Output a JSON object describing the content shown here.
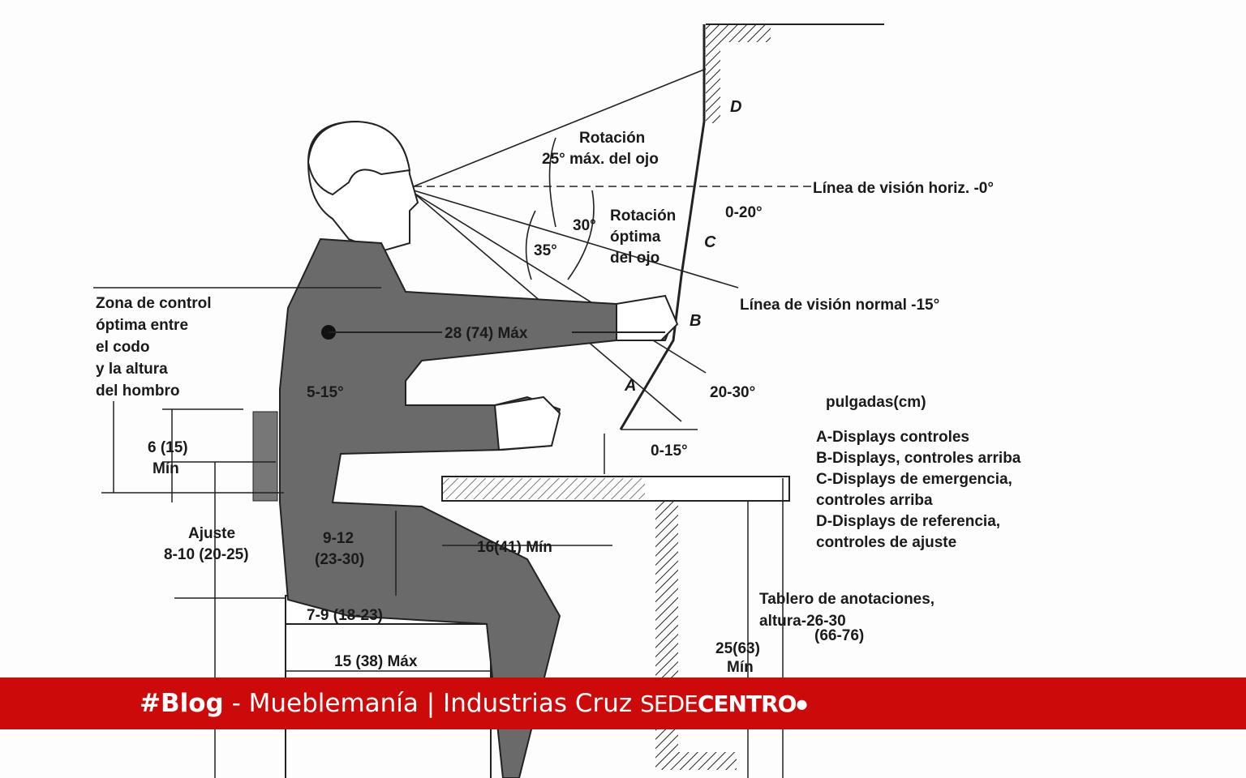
{
  "diagram": {
    "wall_letters": {
      "a": "A",
      "b": "B",
      "c": "C",
      "d": "D"
    },
    "rotation_max": [
      "Rotación",
      "25° máx. del ojo"
    ],
    "rotation_optimal": [
      "Rotación",
      "óptima",
      "del ojo"
    ],
    "angle_30": "30°",
    "angle_35": "35°",
    "line_horizontal": "Línea de visión horiz. -0°",
    "range_0_20": "0-20°",
    "line_normal": "Línea de visión normal -15°",
    "zone_control": [
      "Zona de control",
      "óptima entre",
      "el codo",
      "y la altura",
      "del hombro"
    ],
    "reach": "28 (74) Máx",
    "angle_5_15": "5-15°",
    "range_20_30": "20-30°",
    "range_0_15": "0-15°",
    "dim_6_15": [
      "6 (15)",
      "Mín"
    ],
    "ajuste": [
      "Ajuste",
      "8-10 (20-25)"
    ],
    "dim_9_12": [
      "9-12",
      "(23-30)"
    ],
    "dim_16_41": "16(41) Mín",
    "dim_7_9": "7-9 (18-23)",
    "dim_15_38": "15 (38) Máx",
    "dim_25_63": [
      "25(63)",
      "Mín"
    ],
    "legend_title": "pulgadas(cm)",
    "legend": [
      "A-Displays controles",
      "B-Displays, controles arriba",
      "C-Displays de emergencia,",
      "controles arriba",
      "D-Displays de referencia,",
      "controles de ajuste"
    ],
    "tablero": [
      "Tablero de anotaciones,",
      "altura-26-30",
      "(66-76)"
    ]
  },
  "banner": {
    "hashtag": "#Blog",
    "text": " - Mueblemanía | Industrias Cruz",
    "sede": "SEDE",
    "centro": "CENTRO",
    "pin_icon": "location-pin-icon",
    "color": "#cc0a0a"
  }
}
